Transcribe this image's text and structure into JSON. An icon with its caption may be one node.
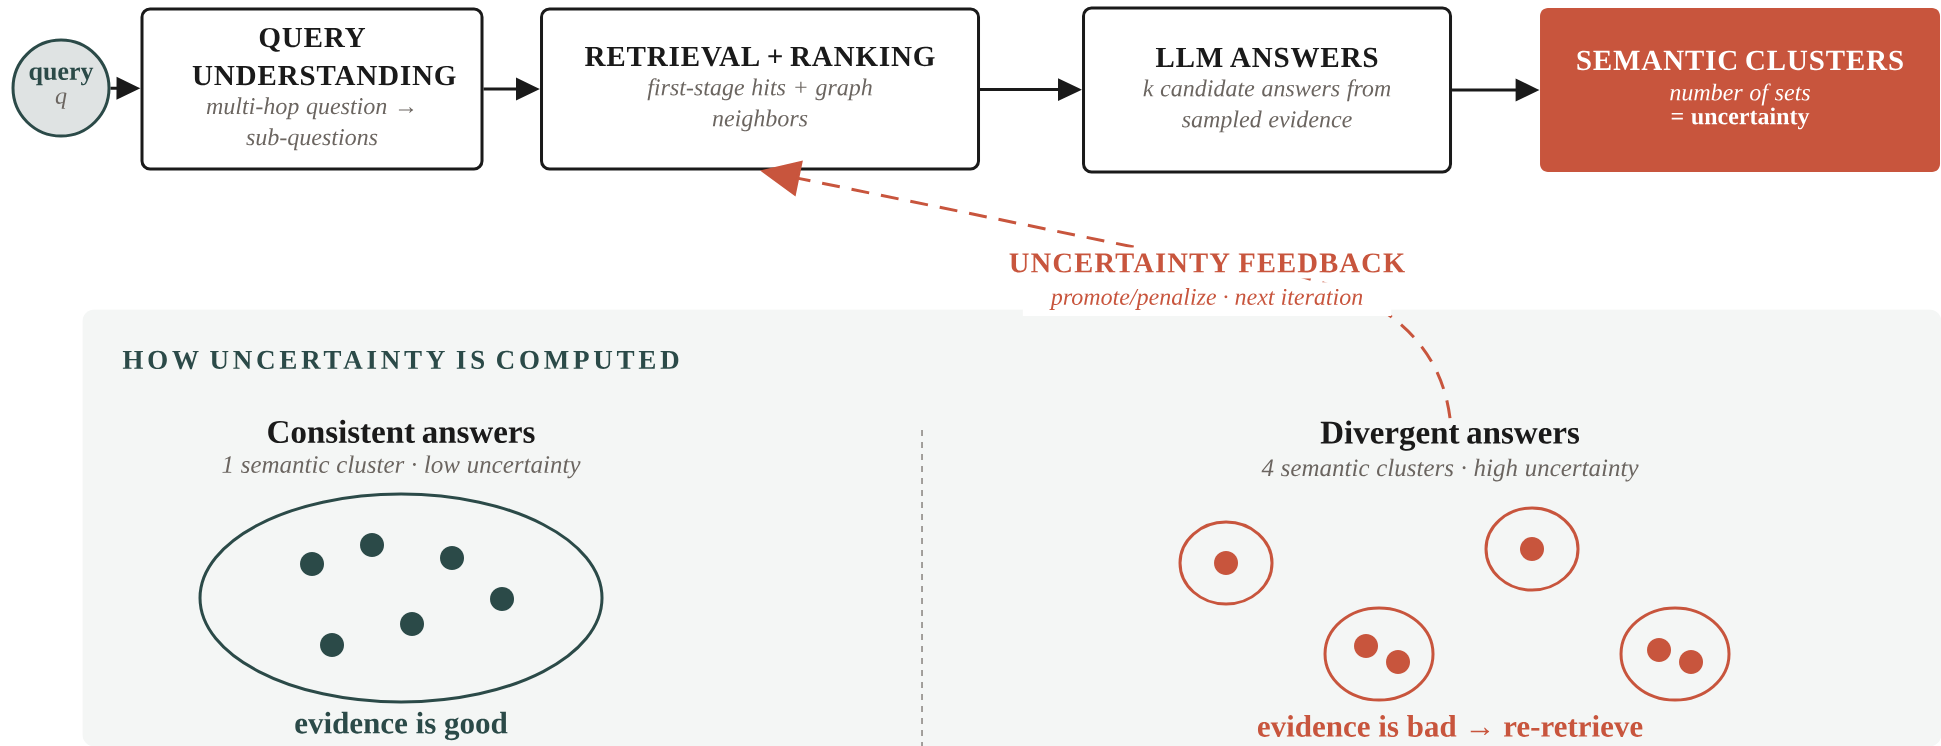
{
  "diagram": {
    "nodes": [
      {
        "text": [
          "query",
          "q"
        ]
      },
      {
        "text": [
          "QUERY UNDERSTANDING",
          "multi-hop question → sub-questions"
        ]
      },
      {
        "text": [
          "RETRIEVAL + RANKING",
          "first-stage hits + graph neighbors"
        ]
      },
      {
        "text": [
          "LLM ANSWERS",
          "k candidate answers from sampled evidence"
        ]
      },
      {
        "text": [
          "SEMANTIC CLUSTERS",
          "number of sets",
          "= uncertainty"
        ]
      },
      {
        "text": [
          "HOW UNCERTAINTY IS COMPUTED"
        ]
      },
      {
        "text": [
          "Consistent answers",
          "1 semantic cluster · low uncertainty"
        ],
        "in": 5
      },
      {
        "text": [
          "Divergent answers",
          "4 semantic clusters · high uncertainty"
        ],
        "in": 5
      }
    ],
    "edges": [
      {
        "from": 0,
        "to": 1,
        "arrow": "to"
      },
      {
        "from": 1,
        "to": 2,
        "arrow": "to"
      },
      {
        "from": 2,
        "to": 3,
        "arrow": "to"
      },
      {
        "from": 3,
        "to": 4,
        "arrow": "to"
      },
      {
        "from": 7,
        "to": 2,
        "arrow": "to",
        "label": "UNCERTAINTY FEEDBACK",
        "style": "dashed",
        "color": "#c8553d"
      }
    ],
    "labels": [
      "promote/penalize · next iteration",
      "evidence is good",
      "evidence is bad → re-retrieve"
    ]
  }
}
